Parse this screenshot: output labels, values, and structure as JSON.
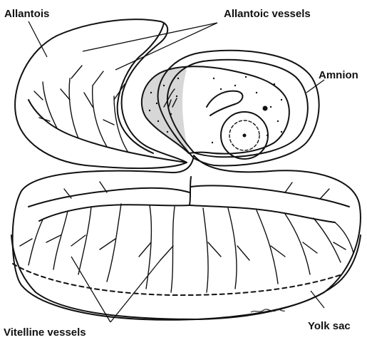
{
  "labels": {
    "allantois": "Allantois",
    "allantoic_vessels": "Allantoic vessels",
    "amnion": "Amnion",
    "vitelline_vessels": "Vitelline vessels",
    "yolk_sac": "Yolk sac"
  },
  "colors": {
    "ink": "#111111",
    "paper": "#ffffff"
  }
}
